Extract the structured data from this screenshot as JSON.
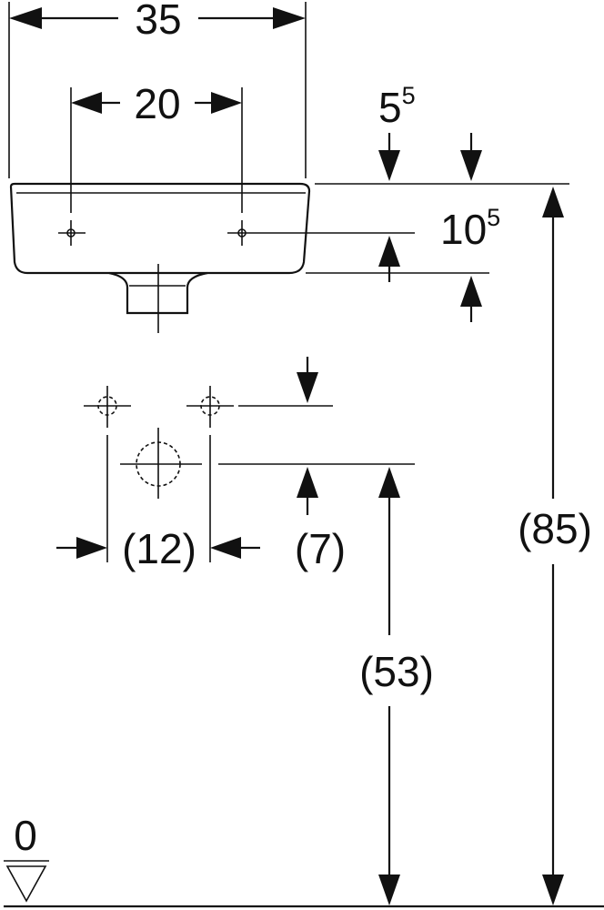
{
  "dimensions": {
    "width_overall": "35",
    "mount_hole_spacing": "20",
    "wall_distance_base": "5",
    "wall_distance_sup": "5",
    "hole_height_base": "10",
    "hole_height_sup": "5",
    "rough_in_spacing": "(12)",
    "rough_in_offset": "(7)",
    "drain_height": "(53)",
    "rim_height": "(85)",
    "floor_level": "0"
  },
  "colors": {
    "line": "#111111",
    "background": "#ffffff"
  }
}
